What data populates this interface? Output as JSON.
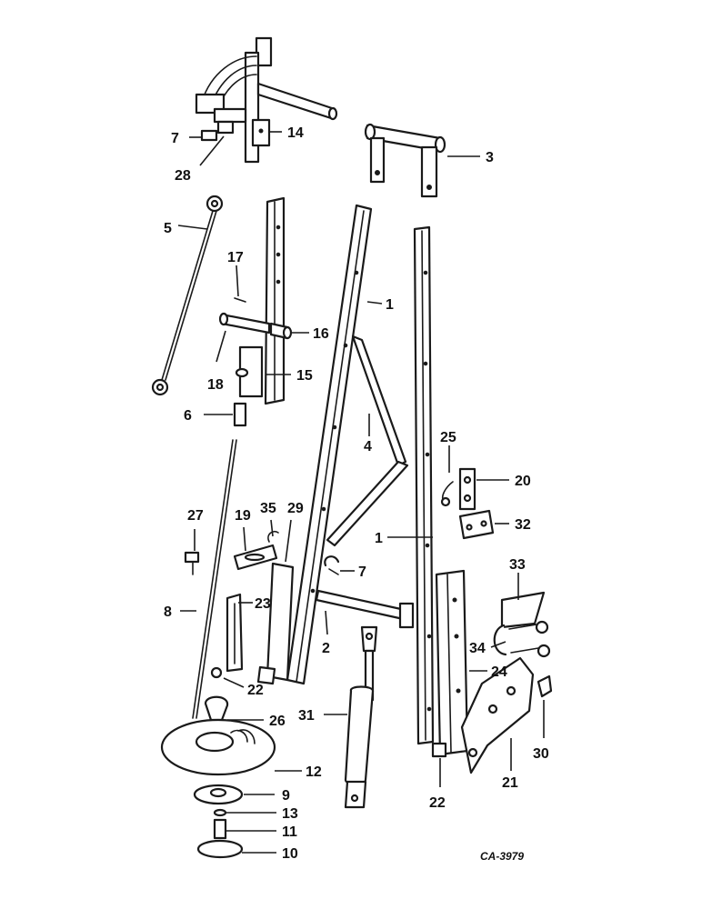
{
  "diagram": {
    "reference_code": "CA-3979",
    "callouts": {
      "c1a": "1",
      "c1b": "1",
      "c2": "2",
      "c3": "3",
      "c4": "4",
      "c5": "5",
      "c6": "6",
      "c7a": "7",
      "c7b": "7",
      "c8": "8",
      "c9": "9",
      "c10": "10",
      "c11": "11",
      "c12": "12",
      "c13": "13",
      "c14": "14",
      "c15": "15",
      "c16": "16",
      "c17": "17",
      "c18": "18",
      "c19": "19",
      "c20": "20",
      "c21": "21",
      "c22a": "22",
      "c22b": "22",
      "c23": "23",
      "c24": "24",
      "c25": "25",
      "c26": "26",
      "c27": "27",
      "c28": "28",
      "c29": "29",
      "c30": "30",
      "c31": "31",
      "c32": "32",
      "c33": "33",
      "c34": "34",
      "c35": "35"
    }
  }
}
